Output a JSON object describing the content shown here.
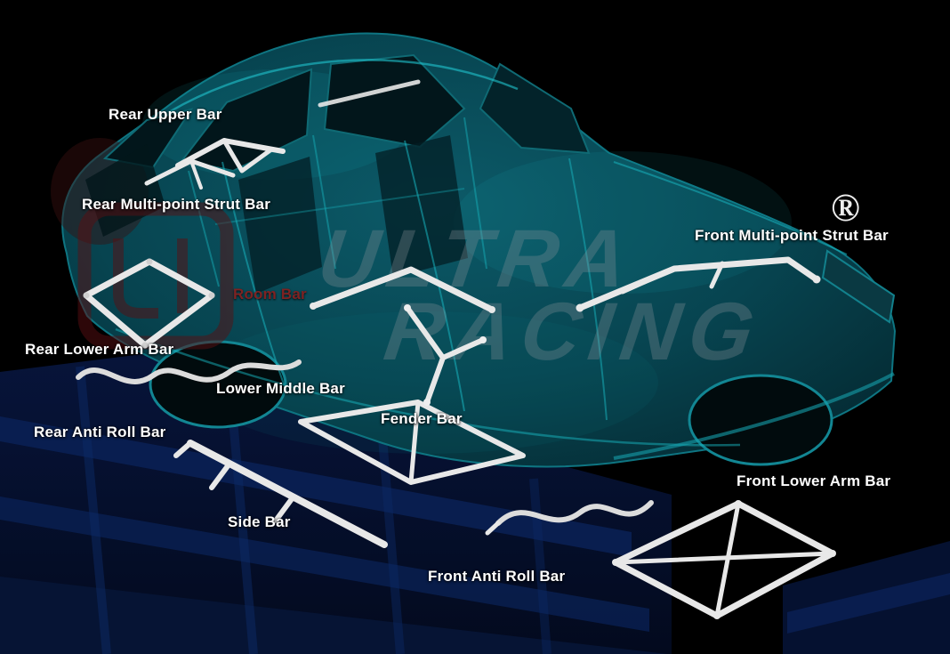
{
  "watermark": {
    "line1": "ULTRA",
    "line2": "RACING",
    "registered_mark": "®"
  },
  "labels": [
    {
      "id": "rear-upper-bar",
      "text": "Rear Upper Bar"
    },
    {
      "id": "rear-multi-point-strut-bar",
      "text": "Rear Multi-point Strut Bar"
    },
    {
      "id": "room-bar",
      "text": "Room Bar"
    },
    {
      "id": "rear-lower-arm-bar",
      "text": "Rear Lower Arm Bar"
    },
    {
      "id": "lower-middle-bar",
      "text": "Lower Middle Bar"
    },
    {
      "id": "rear-anti-roll-bar",
      "text": "Rear Anti Roll Bar"
    },
    {
      "id": "fender-bar",
      "text": "Fender Bar"
    },
    {
      "id": "side-bar",
      "text": "Side Bar"
    },
    {
      "id": "front-multi-point-strut-bar",
      "text": "Front Multi-point Strut Bar"
    },
    {
      "id": "front-lower-arm-bar",
      "text": "Front Lower Arm Bar"
    },
    {
      "id": "front-anti-roll-bar",
      "text": "Front Anti Roll Bar"
    }
  ],
  "colors": {
    "background": "#000000",
    "chassis_teal": "#0d5560",
    "chassis_highlight": "#1fc4cf",
    "bar_white": "#e8e8e8",
    "label_white": "#ffffff",
    "room_bar_label_red": "#7e2222",
    "jig_navy": "#081a3f",
    "watermark_gray": "#8e959c",
    "logo_dark_red": "#5a0f12"
  }
}
